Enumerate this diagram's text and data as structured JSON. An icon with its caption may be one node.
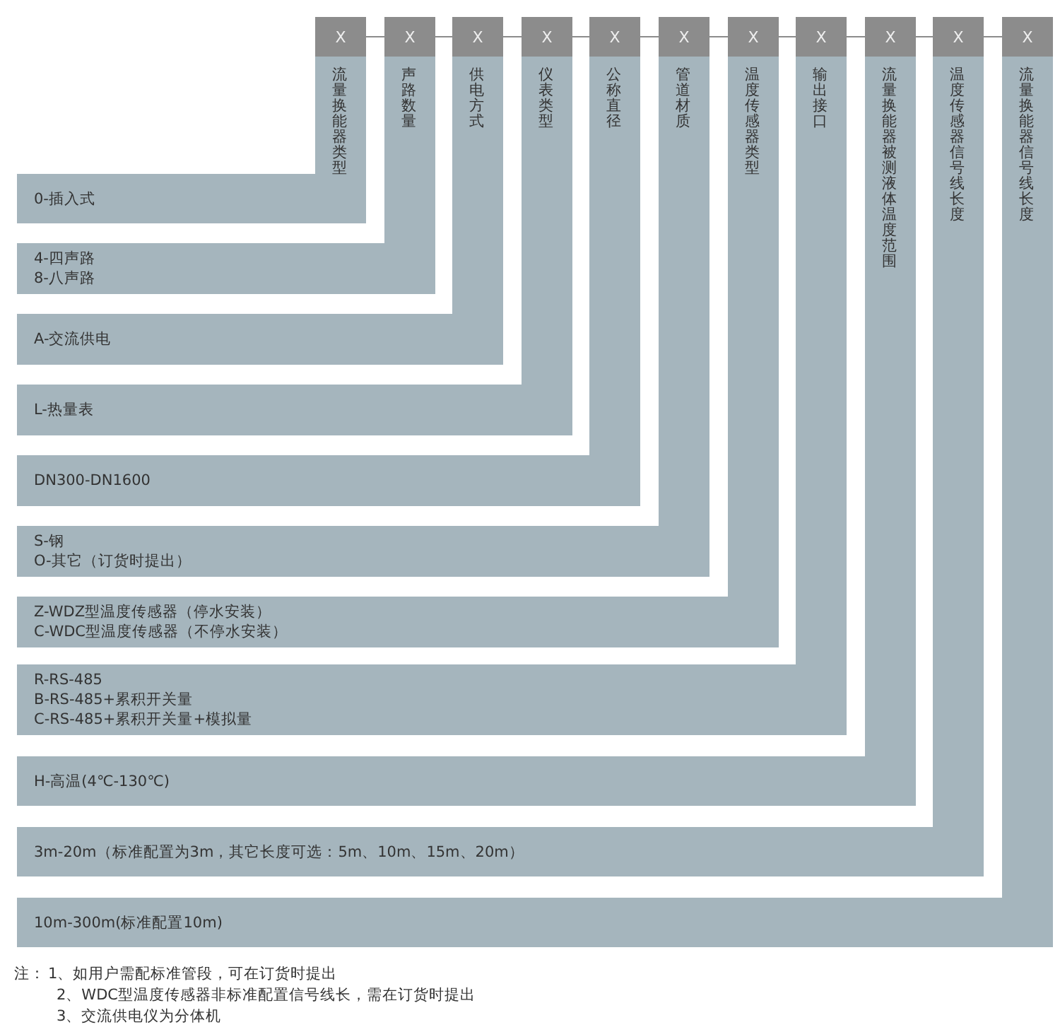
{
  "diagram": {
    "nodes": [
      {
        "text": [
          "X"
        ]
      },
      {
        "text": [
          "X"
        ]
      },
      {
        "text": [
          "X"
        ]
      },
      {
        "text": [
          "X"
        ]
      },
      {
        "text": [
          "X"
        ]
      },
      {
        "text": [
          "X"
        ]
      },
      {
        "text": [
          "X"
        ]
      },
      {
        "text": [
          "X"
        ]
      },
      {
        "text": [
          "X"
        ]
      },
      {
        "text": [
          "X"
        ]
      },
      {
        "text": [
          "X"
        ]
      },
      {
        "text": [
          "流量换能器类型",
          "0-插入式"
        ]
      },
      {
        "text": [
          "声路数量",
          "4-四声路",
          "8-八声路"
        ]
      },
      {
        "text": [
          "供电方式",
          "A-交流供电"
        ]
      },
      {
        "text": [
          "仪表类型",
          "L-热量表"
        ]
      },
      {
        "text": [
          "公称直径",
          "DN300-DN1600"
        ]
      },
      {
        "text": [
          "管道材质",
          "S-钢",
          "O-其它（订货时提出）"
        ]
      },
      {
        "text": [
          "温度传感器类型",
          "Z-WDZ型温度传感器（停水安装）",
          "C-WDC型温度传感器（不停水安装）"
        ]
      },
      {
        "text": [
          "输出接口",
          "R-RS-485",
          "B-RS-485+累积开关量",
          "C-RS-485+累积开关量+模拟量"
        ]
      },
      {
        "text": [
          "流量换能器被测液体温度范围",
          "H-高温(4℃-130℃)"
        ]
      },
      {
        "text": [
          "温度传感器信号线长度",
          "3m-20m（标准配置为3m，其它长度可选：5m、10m、15m、20m）"
        ]
      },
      {
        "text": [
          "流量换能器信号线长度",
          "10m-300m(标准配置10m)"
        ]
      }
    ],
    "edges": [
      {
        "from": 0,
        "to": 1,
        "arrow": "none"
      },
      {
        "from": 1,
        "to": 2,
        "arrow": "none"
      },
      {
        "from": 2,
        "to": 3,
        "arrow": "none"
      },
      {
        "from": 3,
        "to": 4,
        "arrow": "none"
      },
      {
        "from": 4,
        "to": 5,
        "arrow": "none"
      },
      {
        "from": 5,
        "to": 6,
        "arrow": "none"
      },
      {
        "from": 6,
        "to": 7,
        "arrow": "none"
      },
      {
        "from": 7,
        "to": 8,
        "arrow": "none"
      },
      {
        "from": 8,
        "to": 9,
        "arrow": "none"
      },
      {
        "from": 9,
        "to": 10,
        "arrow": "none"
      }
    ],
    "labels": [
      "注：",
      "1、如用户需配标准管段，可在订货时提出",
      "2、WDC型温度传感器非标准配置信号线长，需在订货时提出",
      "3、交流供电仪为分体机"
    ]
  }
}
